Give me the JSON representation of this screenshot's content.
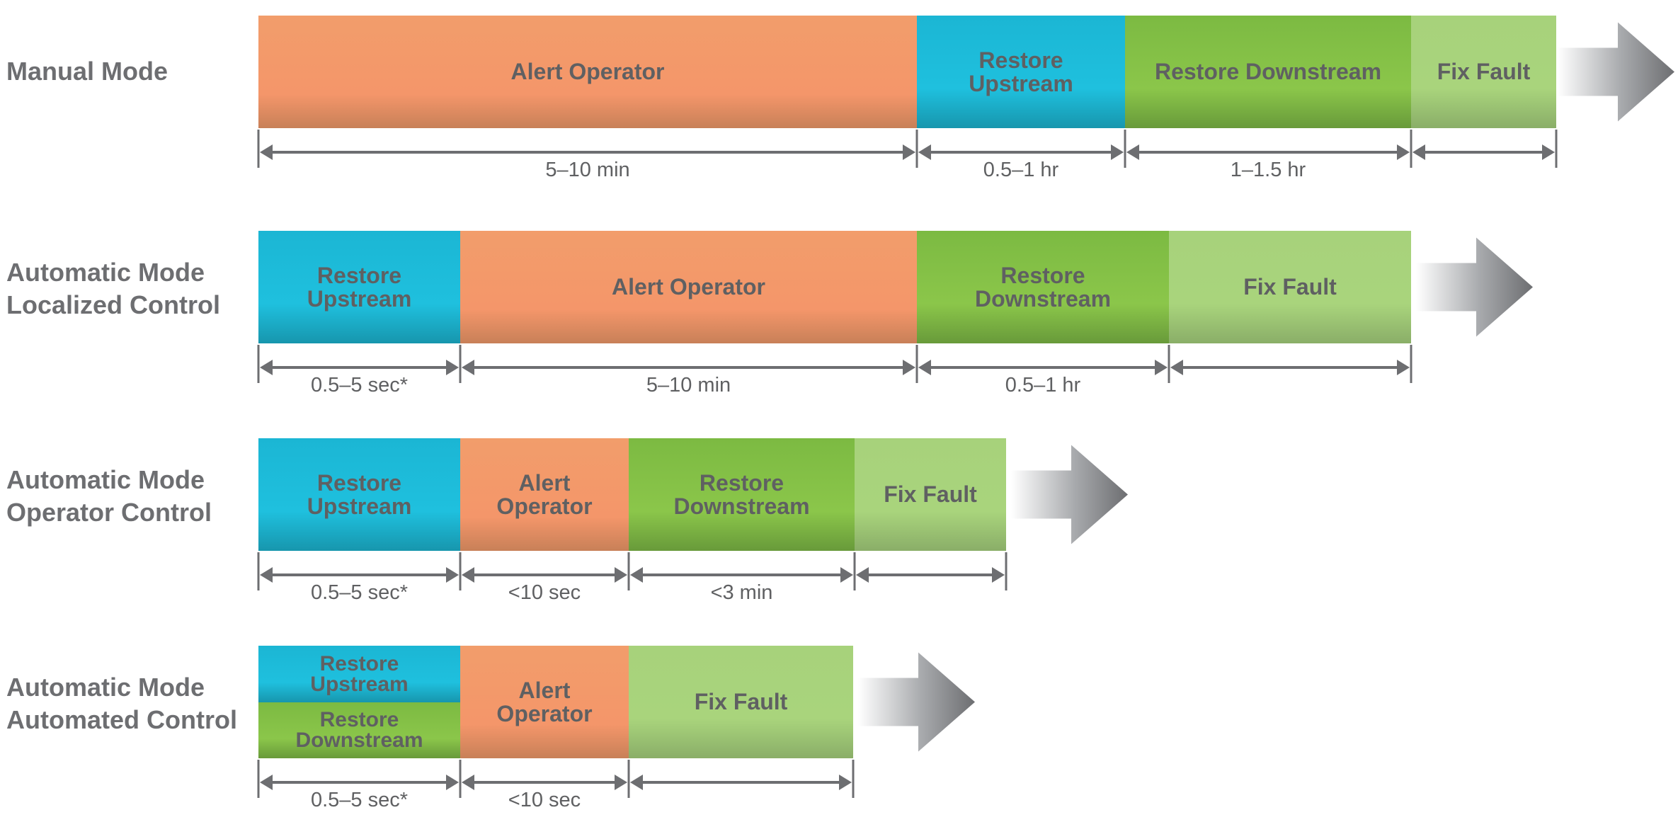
{
  "rows": [
    {
      "label": [
        "Manual Mode"
      ],
      "segments": [
        {
          "type": "alert",
          "text": "Alert Operator",
          "duration": "5–10 min"
        },
        {
          "type": "up",
          "text": "Restore\nUpstream",
          "duration": "0.5–1 hr"
        },
        {
          "type": "down",
          "text": "Restore Downstream",
          "duration": "1–1.5 hr"
        },
        {
          "type": "fix",
          "text": "Fix Fault",
          "duration": ""
        }
      ]
    },
    {
      "label": [
        "Automatic Mode",
        "Localized Control"
      ],
      "segments": [
        {
          "type": "up",
          "text": "Restore\nUpstream",
          "duration": "0.5–5 sec*"
        },
        {
          "type": "alert",
          "text": "Alert Operator",
          "duration": "5–10 min"
        },
        {
          "type": "down",
          "text": "Restore\nDownstream",
          "duration": "0.5–1 hr"
        },
        {
          "type": "fix",
          "text": "Fix Fault",
          "duration": ""
        }
      ]
    },
    {
      "label": [
        "Automatic Mode",
        "Operator Control"
      ],
      "segments": [
        {
          "type": "up",
          "text": "Restore\nUpstream",
          "duration": "0.5–5 sec*"
        },
        {
          "type": "alert",
          "text": "Alert\nOperator",
          "duration": "<10 sec"
        },
        {
          "type": "down",
          "text": "Restore\nDownstream",
          "duration": "<3 min"
        },
        {
          "type": "fix",
          "text": "Fix Fault",
          "duration": ""
        }
      ]
    },
    {
      "label": [
        "Automatic Mode",
        "Automated Control"
      ],
      "segments": [
        {
          "type": "split",
          "top_text": "Restore\nUpstream",
          "bottom_text": "Restore\nDownstream",
          "duration": "0.5–5 sec*"
        },
        {
          "type": "alert",
          "text": "Alert\nOperator",
          "duration": "<10 sec"
        },
        {
          "type": "fix",
          "text": "Fix Fault",
          "duration": ""
        }
      ]
    }
  ],
  "colors": {
    "alert": "#f4966a",
    "restore_upstream": "#1fc0de",
    "restore_downstream": "#8bc64a",
    "fix_fault": "#a9d47c",
    "text": "#5f6062",
    "arrow": "#6d6e71"
  }
}
